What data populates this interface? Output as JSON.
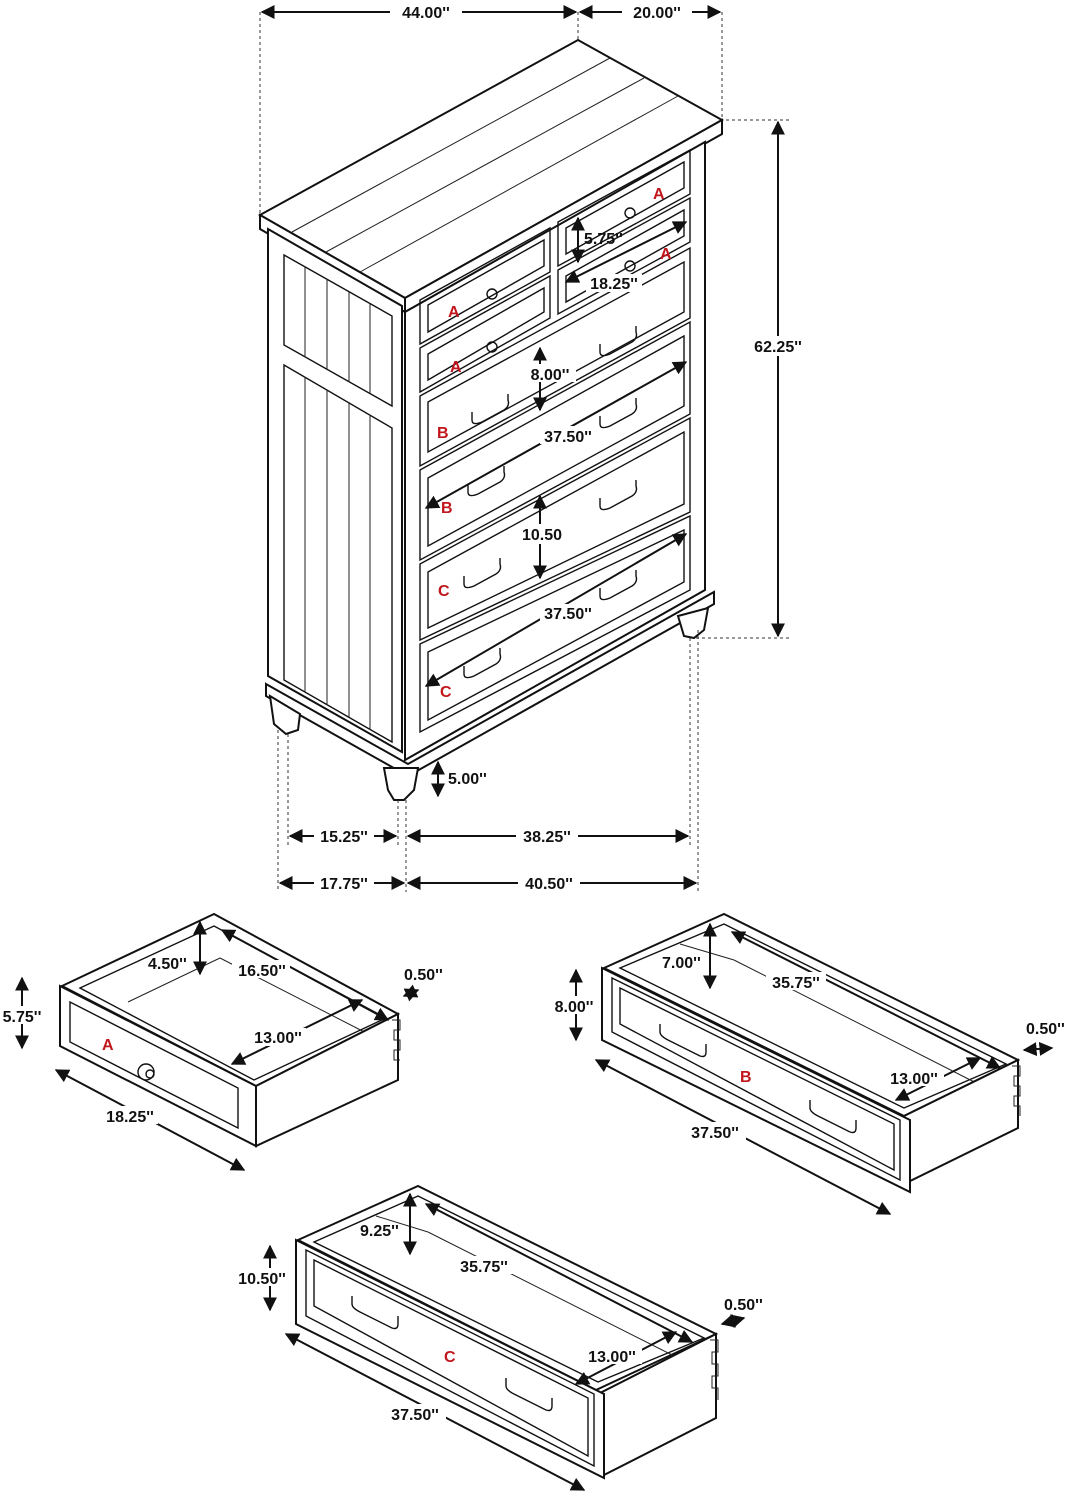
{
  "chest": {
    "width_top": "44.00''",
    "depth_top": "20.00''",
    "height_total": "62.25''",
    "drawer_a_height": "5.75''",
    "drawer_a_width": "18.25''",
    "drawer_b_height": "8.00''",
    "drawer_b_width": "37.50''",
    "drawer_c_height": "10.50",
    "drawer_c_width": "37.50''",
    "leg_height": "5.00''",
    "side_depth_inner": "15.25''",
    "front_width_inner": "38.25''",
    "side_depth_outer": "17.75''",
    "front_width_outer": "40.50''",
    "labels": [
      "A",
      "A",
      "A",
      "A",
      "B",
      "B",
      "C",
      "C"
    ]
  },
  "drawer_a": {
    "label": "A",
    "inner_height": "4.50''",
    "inner_depth": "16.50''",
    "side_thickness": "0.50''",
    "front_height": "5.75''",
    "inner_width": "13.00''",
    "front_width": "18.25''"
  },
  "drawer_b": {
    "label": "B",
    "inner_height": "7.00''",
    "inner_depth": "35.75''",
    "front_height": "8.00''",
    "side_thickness": "0.50''",
    "inner_width": "13.00''",
    "front_width": "37.50''"
  },
  "drawer_c": {
    "label": "C",
    "inner_height": "9.25''",
    "inner_depth": "35.75''",
    "front_height": "10.50''",
    "side_thickness": "0.50''",
    "inner_width": "13.00''",
    "front_width": "37.50''"
  },
  "colors": {
    "line": "#111111",
    "drawer_label": "#c0161c",
    "background": "#ffffff"
  }
}
